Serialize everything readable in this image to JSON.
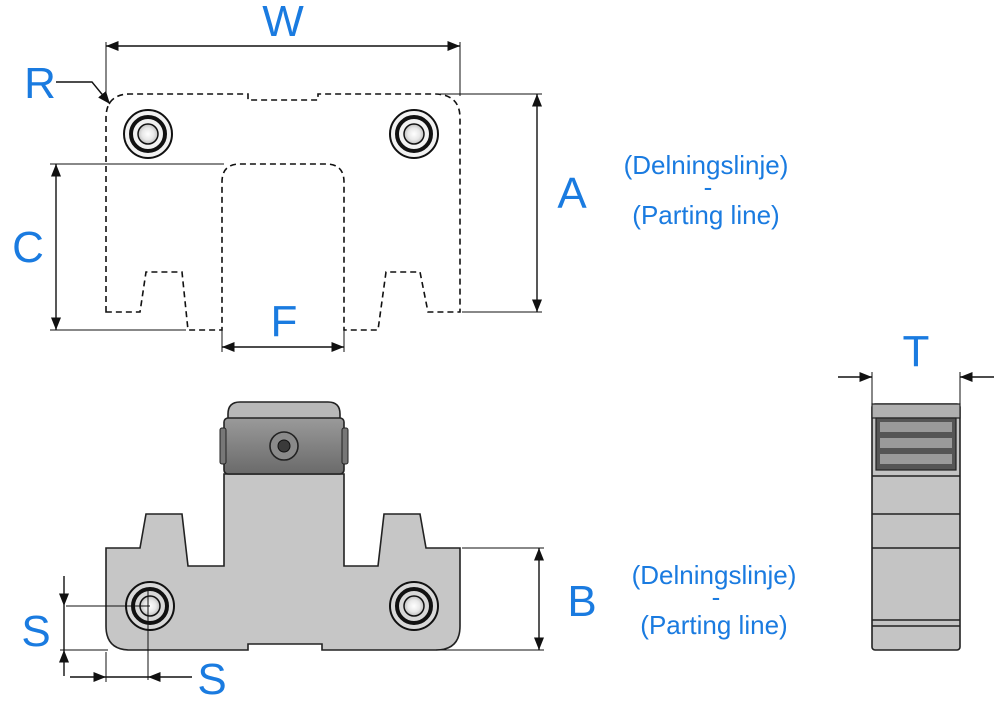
{
  "colors": {
    "label": "#1a7be0",
    "part_fill": "#c6c6c6",
    "part_dark": "#6e6e6e",
    "outline": "#111111"
  },
  "dimensions": {
    "W": "W",
    "R": "R",
    "A": "A",
    "C": "C",
    "F": "F",
    "B": "B",
    "S_vertical": "S",
    "S_horizontal": "S",
    "T": "T"
  },
  "notes": {
    "top": {
      "line1": "(Delningslinje)",
      "separator": "-",
      "line2": "(Parting line)"
    },
    "bottom": {
      "line1": "(Delningslinje)",
      "separator": "-",
      "line2": "(Parting line)"
    }
  }
}
